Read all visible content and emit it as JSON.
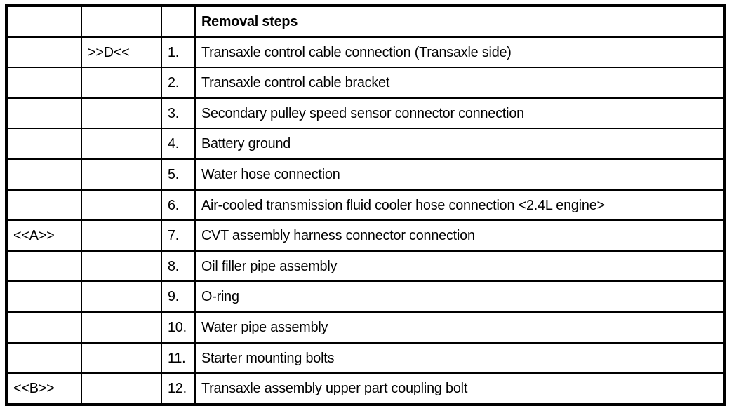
{
  "table": {
    "columns": [
      {
        "key": "mark",
        "header": ""
      },
      {
        "key": "sub",
        "header": ""
      },
      {
        "key": "num",
        "header": ""
      },
      {
        "key": "desc",
        "header": "Removal steps"
      }
    ],
    "header": {
      "col1": "",
      "col2": "",
      "col3": "",
      "col4": "Removal steps"
    },
    "rows": [
      {
        "mark": "",
        "sub": ">>D<<",
        "num": "1.",
        "desc": "Transaxle control cable connection (Transaxle side)"
      },
      {
        "mark": "",
        "sub": "",
        "num": "2.",
        "desc": "Transaxle control cable bracket"
      },
      {
        "mark": "",
        "sub": "",
        "num": "3.",
        "desc": "Secondary pulley speed sensor connector connection"
      },
      {
        "mark": "",
        "sub": "",
        "num": "4.",
        "desc": "Battery ground"
      },
      {
        "mark": "",
        "sub": "",
        "num": "5.",
        "desc": "Water hose connection"
      },
      {
        "mark": "",
        "sub": "",
        "num": "6.",
        "desc": "Air-cooled transmission fluid cooler hose connection <2.4L engine>"
      },
      {
        "mark": "<<A>>",
        "sub": "",
        "num": "7.",
        "desc": "CVT assembly harness connector connection"
      },
      {
        "mark": "",
        "sub": "",
        "num": "8.",
        "desc": "Oil filler pipe assembly"
      },
      {
        "mark": "",
        "sub": "",
        "num": "9.",
        "desc": "O-ring"
      },
      {
        "mark": "",
        "sub": "",
        "num": "10.",
        "desc": "Water pipe assembly"
      },
      {
        "mark": "",
        "sub": "",
        "num": "11.",
        "desc": "Starter mounting bolts"
      },
      {
        "mark": "<<B>>",
        "sub": "",
        "num": "12.",
        "desc": "Transaxle assembly upper part coupling bolt"
      }
    ]
  },
  "colors": {
    "border": "#000000",
    "text": "#000000",
    "background": "#ffffff"
  }
}
